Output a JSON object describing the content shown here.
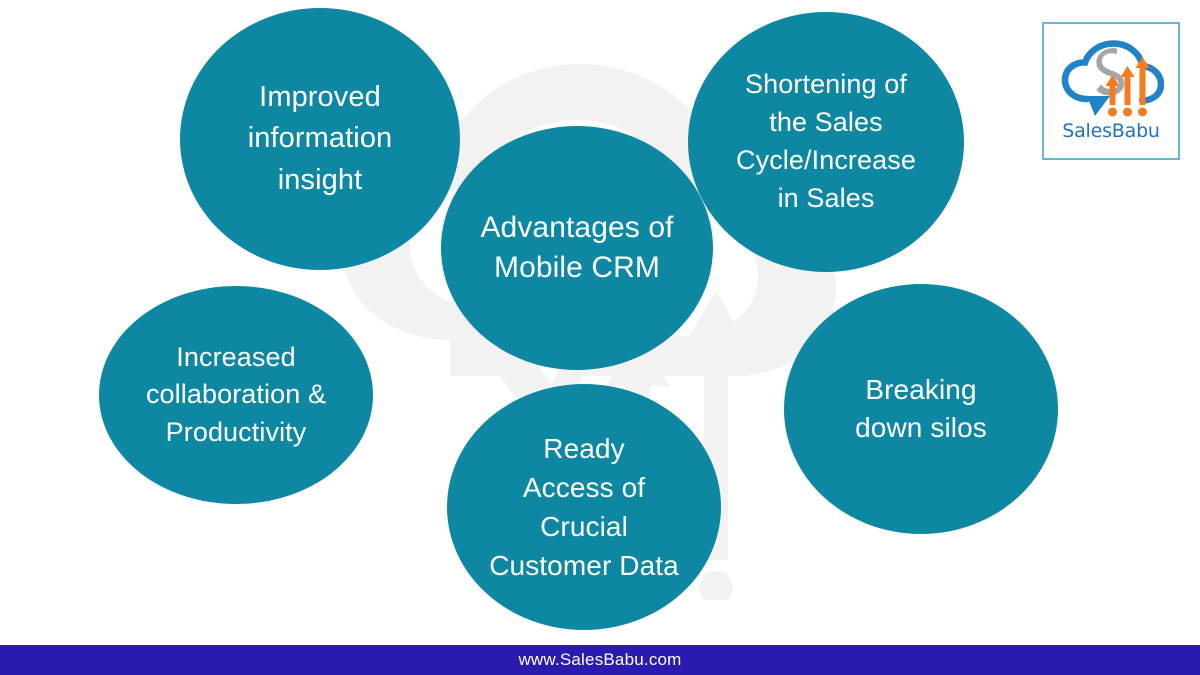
{
  "page": {
    "background_color": "#ffffff",
    "bubble_color": "#0e87a2",
    "bubble_text_color": "#ffffff",
    "footer_color": "#2a1ab0",
    "watermark_color": "#f1f1f1"
  },
  "diagram": {
    "center": {
      "label": "Advantages of\nMobile CRM"
    },
    "nodes": [
      {
        "label": "Improved\ninformation\ninsight"
      },
      {
        "label": "Shortening of\nthe Sales\nCycle/Increase\nin  Sales"
      },
      {
        "label": "Increased\ncollaboration &\nProductivity"
      },
      {
        "label": "Ready\nAccess of\nCrucial\nCustomer Data"
      },
      {
        "label": "Breaking\ndown silos"
      }
    ]
  },
  "logo": {
    "wordmark": "SalesBabu",
    "mark_name": "salesbabu-cloud-arrows-logo",
    "border_color": "#63b9d1",
    "cloud_color": "#2083c8",
    "arrow_color": "#f47b20",
    "s_color": "#a6a6a6"
  },
  "footer": {
    "url": "www.SalesBabu.com"
  }
}
